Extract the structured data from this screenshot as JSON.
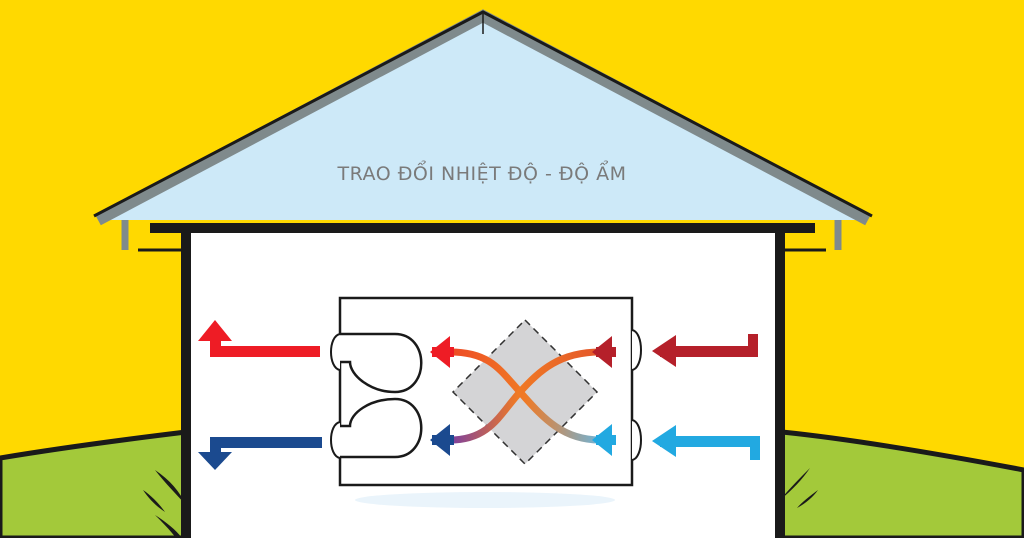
{
  "diagram": {
    "title": "TRAO ĐỔI NHIỆT ĐỘ - ĐỘ ẨM",
    "colors": {
      "sky": "#FFD900",
      "grass": "#A3C93A",
      "roof_fill": "#CDE9F8",
      "roof_edge": "#7F8A8C",
      "outline": "#1A1A1A",
      "wall": "#FFFFFF",
      "core": "#D4D4D6",
      "warm_exhaust": "#EE1C25",
      "cool_exhaust": "#1B4A8F",
      "warm_intake": "#B5202A",
      "cool_intake": "#22A9E1",
      "cross_orange": "#F26A21",
      "cross_purple": "#7B3FA0"
    },
    "elements": {
      "house": "house-outline",
      "roof": "roof",
      "ventilation_unit": "heat-recovery-ventilator",
      "core": "heat-exchange-core",
      "fans": [
        "supply-fan",
        "exhaust-fan"
      ],
      "flows": [
        {
          "name": "exhaust-warm-out",
          "direction": "left-then-up",
          "color_key": "warm_exhaust"
        },
        {
          "name": "exhaust-cool-out",
          "direction": "left-then-down",
          "color_key": "cool_exhaust"
        },
        {
          "name": "intake-warm-in",
          "direction": "left",
          "color_key": "warm_intake"
        },
        {
          "name": "intake-cool-in",
          "direction": "left",
          "color_key": "cool_intake"
        }
      ]
    }
  }
}
